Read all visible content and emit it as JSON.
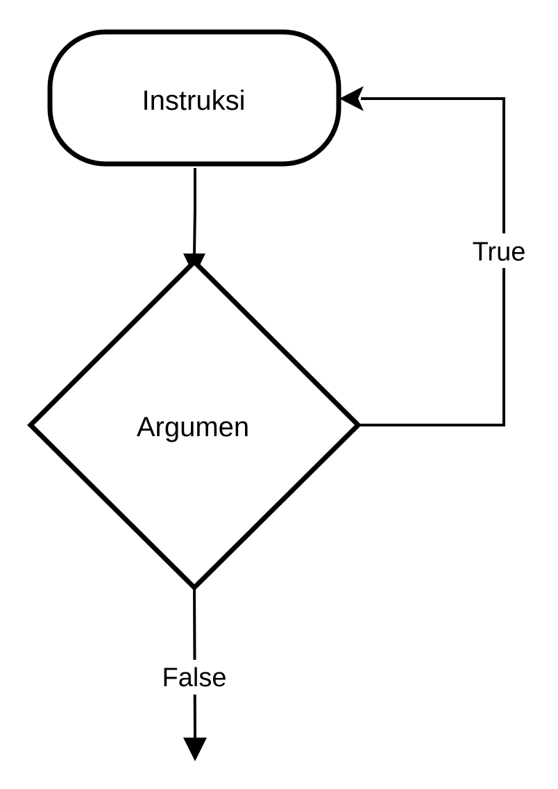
{
  "diagram": {
    "colors": {
      "stroke": "#000000",
      "fill": "#ffffff",
      "background": "#ffffff"
    },
    "nodes": {
      "instruction": {
        "label": "Instruksi",
        "shape": "rounded-rectangle"
      },
      "decision": {
        "label": "Argumen",
        "shape": "diamond"
      }
    },
    "edges": {
      "instruction_to_decision": {
        "label": ""
      },
      "decision_true_loop": {
        "label": "True"
      },
      "decision_false_exit": {
        "label": "False"
      }
    }
  }
}
